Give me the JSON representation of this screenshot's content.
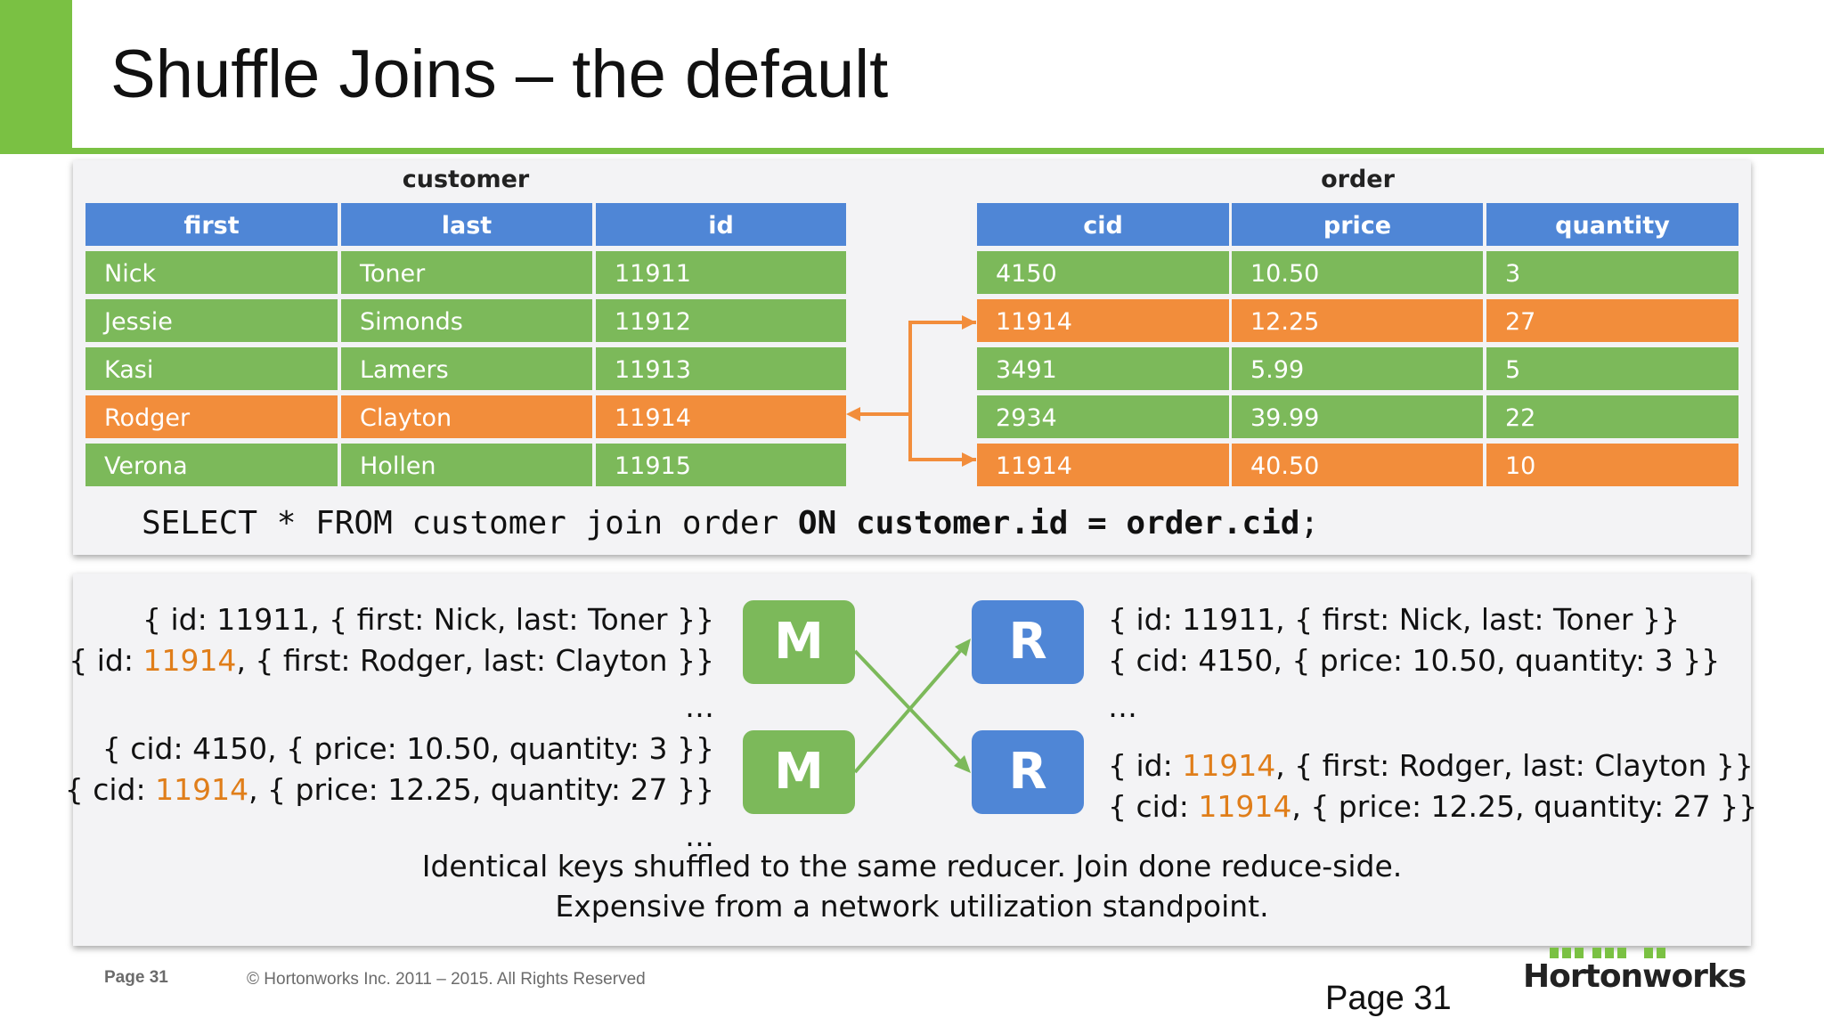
{
  "title": "Shuffle Joins – the default",
  "colors": {
    "accent_green": "#7ac143",
    "header_blue": "#4f86d6",
    "row_green": "#7cb95a",
    "row_orange": "#f28d3b",
    "highlight": "#e07e1a"
  },
  "customer": {
    "title": "customer",
    "headers": [
      "first",
      "last",
      "id"
    ],
    "rows": [
      [
        "Nick",
        "Toner",
        "11911"
      ],
      [
        "Jessie",
        "Simonds",
        "11912"
      ],
      [
        "Kasi",
        "Lamers",
        "11913"
      ],
      [
        "Rodger",
        "Clayton",
        "11914"
      ],
      [
        "Verona",
        "Hollen",
        "11915"
      ]
    ]
  },
  "order": {
    "title": "order",
    "headers": [
      "cid",
      "price",
      "quantity"
    ],
    "rows": [
      [
        "4150",
        "10.50",
        "3"
      ],
      [
        "11914",
        "12.25",
        "27"
      ],
      [
        "3491",
        "5.99",
        "5"
      ],
      [
        "2934",
        "39.99",
        "22"
      ],
      [
        "11914",
        "40.50",
        "10"
      ]
    ]
  },
  "sql": {
    "p1": "SELECT * FROM customer join order ",
    "on": "ON",
    "p2": " customer.id = order.cid",
    "semi": ";"
  },
  "mapper_input": {
    "l1": "{ id: 11911, { first: Nick, last: Toner }}",
    "l2_pre": "{ id: ",
    "l2_key": "11914",
    "l2_post": ", { first: Rodger, last: Clayton }}",
    "dots1": "…",
    "l3": "{ cid: 4150, { price: 10.50, quantity: 3 }}",
    "l4_pre": "{ cid: ",
    "l4_key": "11914",
    "l4_post": ", { price: 12.25, quantity: 27 }}",
    "dots2": "…"
  },
  "reducer_output": {
    "l1": "{ id: 11911, { first: Nick, last: Toner }}",
    "l2": "{ cid: 4150, { price: 10.50, quantity: 3 }}",
    "dots": "…",
    "l3_pre": "{ id: ",
    "l3_key": "11914",
    "l3_post": ", { first: Rodger, last: Clayton }}",
    "l4_pre": "{ cid: ",
    "l4_key": "11914",
    "l4_post": ", { price: 12.25, quantity: 27 }}"
  },
  "mapper_label": "M",
  "reducer_label": "R",
  "caption": {
    "line1": "Identical keys shuffled to the same reducer. Join done reduce-side.",
    "line2": "Expensive from a network utilization standpoint."
  },
  "footer": {
    "page_small": "Page 31",
    "copyright": "© Hortonworks Inc. 2011 – 2015. All Rights Reserved",
    "page_large": "Page 31",
    "logo": "Hortonworks"
  }
}
